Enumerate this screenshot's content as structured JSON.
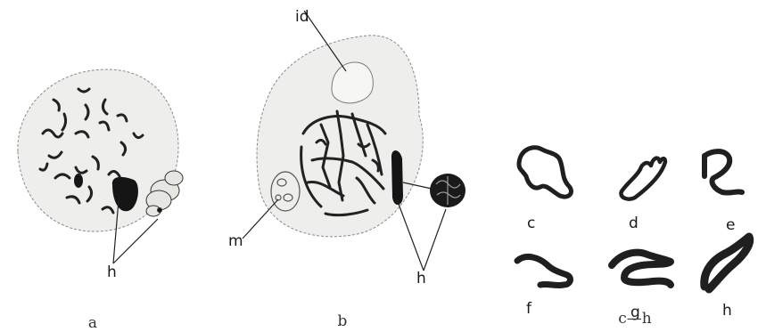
{
  "figure": {
    "captions": {
      "a": "a",
      "b": "b",
      "ch": "c—h"
    },
    "cell_a": {
      "label_h": "h"
    },
    "cell_b": {
      "label_id": "id",
      "label_m": "m",
      "label_h": "h"
    },
    "chromosomes": [
      {
        "label": "c"
      },
      {
        "label": "d"
      },
      {
        "label": "e"
      },
      {
        "label": "f"
      },
      {
        "label": "g"
      },
      {
        "label": "h"
      }
    ]
  },
  "colors": {
    "ink": "#222222",
    "cell_fill": "#eeeeec",
    "cell_edge": "#888888",
    "dark": "#151515"
  }
}
